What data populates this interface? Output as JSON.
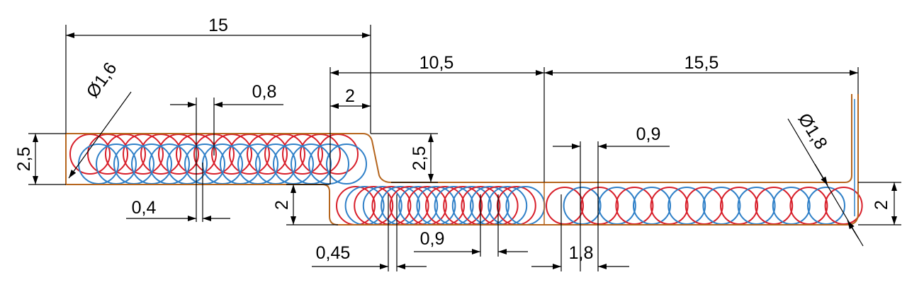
{
  "colors": {
    "background": "#ffffff",
    "dimension": "#000000",
    "outline": "#b5651d",
    "coil_red": "#d81f2a",
    "coil_blue": "#2f80c8"
  },
  "dimensions": {
    "top_left_length": "15",
    "middle_length": "10,5",
    "right_length": "15,5",
    "step_offset": "2",
    "diameter_left": "Ø1,6",
    "diameter_right": "Ø1,8",
    "left_pitch": "0,8",
    "left_half_pitch": "0,4",
    "left_height": "2,5",
    "step_height": "2,5",
    "channel_height_left": "2",
    "channel_height_right": "2",
    "right_half_pitch": "0,9",
    "right_pitch": "1,8",
    "middle_half_pitch": "0,45",
    "middle_pitch": "0,9"
  }
}
